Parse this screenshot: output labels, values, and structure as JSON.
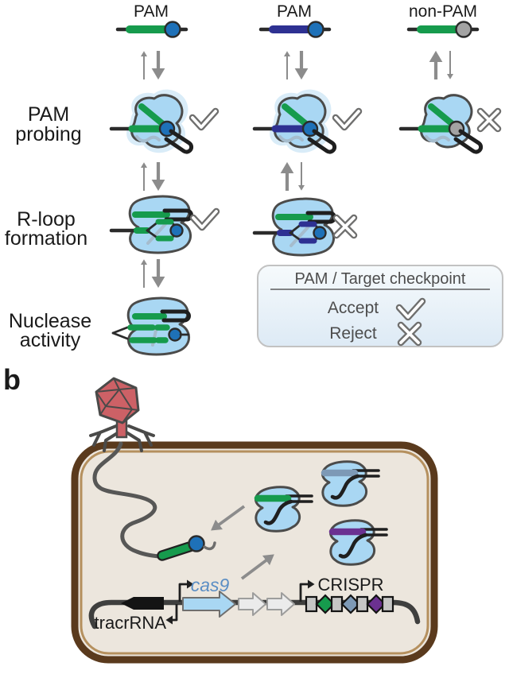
{
  "figure": {
    "panel_a": {
      "column_headers": [
        "PAM",
        "PAM",
        "non-PAM"
      ],
      "row_labels": [
        [
          "PAM",
          "probing"
        ],
        [
          "R-loop",
          "formation"
        ],
        [
          "Nuclease",
          "activity"
        ]
      ],
      "legend": {
        "title": "PAM / Target checkpoint",
        "accept": "Accept",
        "reject": "Reject"
      },
      "checkpoint_marks": {
        "column1_pam_matched_target": {
          "pam_probing": "accept",
          "r_loop_formation": "accept",
          "nuclease_activity": "proceeds"
        },
        "column2_pam_mismatched_target": {
          "pam_probing": "accept",
          "r_loop_formation": "reject"
        },
        "column3_non_pam": {
          "pam_probing": "reject"
        }
      }
    },
    "panel_b": {
      "label": "b",
      "gene_labels": {
        "tracrrna": "tracrRNA",
        "cas9": "cas9",
        "crispr": "CRISPR"
      },
      "crispr_spacer_colors": [
        "green",
        "slate-blue",
        "purple"
      ],
      "cas9_guide_colors": [
        "green",
        "slate-blue",
        "purple"
      ]
    }
  },
  "icons": {
    "accept": "double-checkmark-icon",
    "reject": "double-cross-icon",
    "phage": "bacteriophage-icon",
    "cas9_protein": "cas9-protein-blob-icon"
  },
  "colors": {
    "green": "#169b4d",
    "navy": "#2e3192",
    "pam_blue": "#1e71b8",
    "nonpam_gray": "#a3a3a3",
    "cas9_fill": "#a9d7f3",
    "halo": "#d7ebf8",
    "slate": "#7d99b6",
    "purple": "#6b3191",
    "phage_red": "#cd6166",
    "cell_border": "#5a3a1d",
    "cell_inner": "#b5905e",
    "cell_fill": "#ece6dd",
    "cas9_text": "#5b8ec4"
  }
}
